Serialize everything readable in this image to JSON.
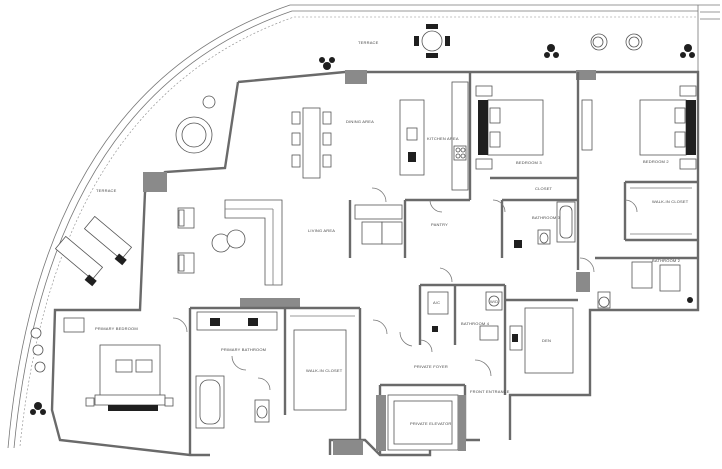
{
  "rooms": {
    "terrace_top": "TERRACE",
    "terrace_left": "TERRACE",
    "dining_area": "DINING AREA",
    "kitchen_area": "KITCHEN AREA",
    "living_area": "LIVING AREA",
    "pantry": "PANTRY",
    "bedroom_3": "BEDROOM 3",
    "bedroom_2": "BEDROOM 2",
    "closet": "CLOSET",
    "walk_in_closet_2": "WALK-IN CLOSET",
    "bathroom_3": "BATHROOM 3",
    "bathroom_2": "BATHROOM 2",
    "primary_bedroom": "PRIMARY BEDROOM",
    "primary_bathroom": "PRIMARY BATHROOM",
    "walk_in_closet_primary": "WALK-IN CLOSET",
    "bathroom_4": "BATHROOM 4",
    "den": "DEN",
    "private_foyer": "PRIVATE FOYER",
    "private_elevator": "PRIVATE ELEVATOR",
    "front_entrance": "FRONT ENTRANCE",
    "ac": "A/C",
    "wd": "W/D"
  },
  "colors": {
    "wall": "#6a6a6a",
    "accent_dark": "#1f1f1f",
    "background": "#ffffff"
  }
}
